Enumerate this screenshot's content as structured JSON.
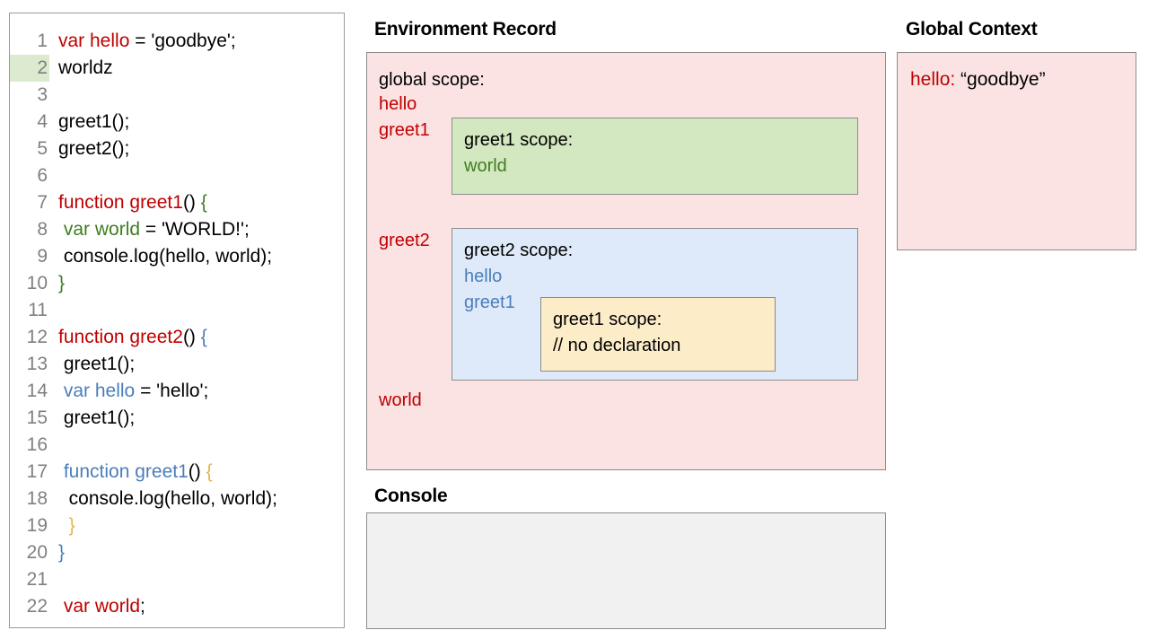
{
  "code_editor": {
    "name": "javascript-source-editor",
    "highlighted_line": 2,
    "lines": [
      {
        "number": "1",
        "tokens": [
          {
            "t": "var hello",
            "c": "red"
          },
          {
            "t": " = 'goodbye';",
            "c": "black"
          }
        ]
      },
      {
        "number": "2",
        "tokens": [
          {
            "t": "worldz",
            "c": "black"
          }
        ]
      },
      {
        "number": "3",
        "tokens": [
          {
            "t": "",
            "c": "black"
          }
        ]
      },
      {
        "number": "4",
        "tokens": [
          {
            "t": "greet1();",
            "c": "black"
          }
        ]
      },
      {
        "number": "5",
        "tokens": [
          {
            "t": "greet2();",
            "c": "black"
          }
        ]
      },
      {
        "number": "6",
        "tokens": [
          {
            "t": "",
            "c": "black"
          }
        ]
      },
      {
        "number": "7",
        "tokens": [
          {
            "t": "function greet1",
            "c": "red"
          },
          {
            "t": "() ",
            "c": "black"
          },
          {
            "t": "{",
            "c": "green"
          }
        ]
      },
      {
        "number": "8",
        "tokens": [
          {
            "t": " ",
            "c": "black"
          },
          {
            "t": "var world",
            "c": "green"
          },
          {
            "t": " = 'WORLD!';",
            "c": "black"
          }
        ]
      },
      {
        "number": "9",
        "tokens": [
          {
            "t": " console.log(hello, world);",
            "c": "black"
          }
        ]
      },
      {
        "number": "10",
        "tokens": [
          {
            "t": "}",
            "c": "green"
          }
        ]
      },
      {
        "number": "11",
        "tokens": [
          {
            "t": "",
            "c": "black"
          }
        ]
      },
      {
        "number": "12",
        "tokens": [
          {
            "t": "function greet2",
            "c": "red"
          },
          {
            "t": "()",
            "c": "black"
          },
          {
            "t": " {",
            "c": "blue"
          }
        ]
      },
      {
        "number": "13",
        "tokens": [
          {
            "t": " greet1();",
            "c": "black"
          }
        ]
      },
      {
        "number": "14",
        "tokens": [
          {
            "t": " ",
            "c": "black"
          },
          {
            "t": "var hello",
            "c": "blue"
          },
          {
            "t": " = 'hello';",
            "c": "black"
          }
        ]
      },
      {
        "number": "15",
        "tokens": [
          {
            "t": " greet1();",
            "c": "black"
          }
        ]
      },
      {
        "number": "16",
        "tokens": [
          {
            "t": "",
            "c": "black"
          }
        ]
      },
      {
        "number": "17",
        "tokens": [
          {
            "t": " ",
            "c": "black"
          },
          {
            "t": "function greet1",
            "c": "blue"
          },
          {
            "t": "() ",
            "c": "black"
          },
          {
            "t": "{",
            "c": "yellow"
          }
        ]
      },
      {
        "number": "18",
        "tokens": [
          {
            "t": "  console.log(hello, world);",
            "c": "black"
          }
        ]
      },
      {
        "number": "19",
        "tokens": [
          {
            "t": "  ",
            "c": "black"
          },
          {
            "t": "}",
            "c": "yellow"
          }
        ]
      },
      {
        "number": "20",
        "tokens": [
          {
            "t": "}",
            "c": "blue"
          }
        ]
      },
      {
        "number": "21",
        "tokens": [
          {
            "t": "",
            "c": "black"
          }
        ]
      },
      {
        "number": "22",
        "tokens": [
          {
            "t": " ",
            "c": "black"
          },
          {
            "t": "var world",
            "c": "red"
          },
          {
            "t": ";",
            "c": "black"
          }
        ]
      }
    ]
  },
  "environment_record": {
    "heading": "Environment Record",
    "global_scope": {
      "label": "global scope:",
      "bindings": [
        "hello",
        "greet1",
        "greet2",
        "world"
      ]
    },
    "greet1_scope": {
      "label": "greet1 scope:",
      "bindings": [
        "world"
      ]
    },
    "greet2_scope": {
      "label": "greet2 scope:",
      "bindings": [
        "hello",
        "greet1"
      ]
    },
    "greet1_inner_scope": {
      "label": "greet1 scope:",
      "comment": "// no declaration"
    }
  },
  "global_context": {
    "heading": "Global Context",
    "binding_key": "hello:",
    "binding_value": "“goodbye”"
  },
  "console": {
    "heading": "Console",
    "output": ""
  },
  "colors": {
    "global_scope_bg": "#fbe3e3",
    "greet1_scope_bg": "#d3e8c1",
    "greet2_scope_bg": "#deeaf9",
    "greet1_inner_scope_bg": "#fcecc8",
    "console_bg": "#f1f1f1",
    "border": "#8c8c8c",
    "token_red": "#c00000",
    "token_green": "#3f7d20",
    "token_blue": "#4a7ebb",
    "token_yellow": "#e8b44a",
    "line_number": "#808080",
    "highlight_line_bg": "#dcead0"
  }
}
